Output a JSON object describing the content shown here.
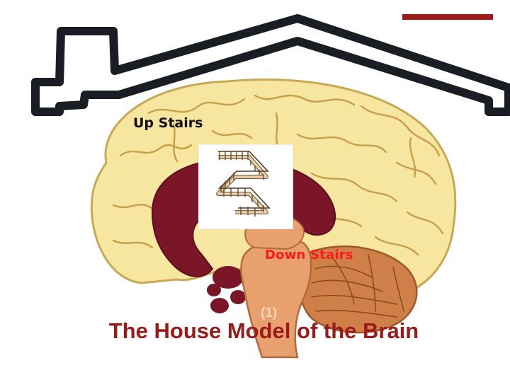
{
  "slide": {
    "title": "The House Model of the Brain",
    "up_label": "Up Stairs",
    "down_label": "Down Stairs",
    "region_marker": "(1)"
  },
  "colors": {
    "title": "#9b1b1b",
    "accent_bar": "#9b1b1b",
    "down_label": "#ff1a1a",
    "cortex": "#f6e6a0",
    "limbic": "#7b1528",
    "brainstem": "#e8a16e",
    "cerebellum": "#cf8048"
  },
  "icons": {
    "house": "house-roof-outline",
    "brain": "brain-sagittal-section",
    "stairs": "spiral-staircase"
  }
}
